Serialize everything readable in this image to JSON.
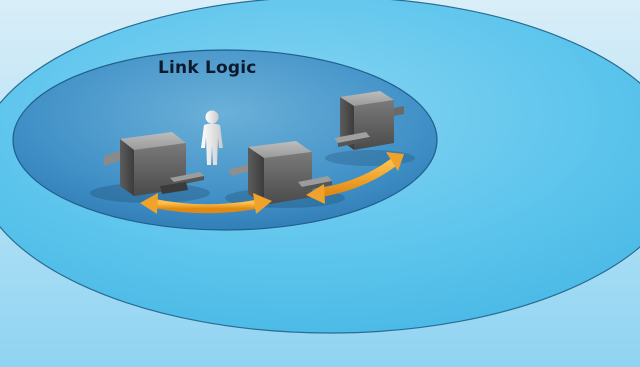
{
  "diagram": {
    "title": "Link Logic",
    "colors": {
      "background": "#ffffff",
      "outer_field": "#5bc4ec",
      "inner_platform": "#3a8cc4",
      "arrow": "#f0a22a",
      "device": "#6e6e6e",
      "person": "#e6e6e6"
    },
    "elements": {
      "devices": [
        "printer-device",
        "printer-device",
        "printer-device"
      ],
      "person": "person-figure",
      "links": [
        "link-arrow",
        "link-arrow"
      ]
    }
  }
}
